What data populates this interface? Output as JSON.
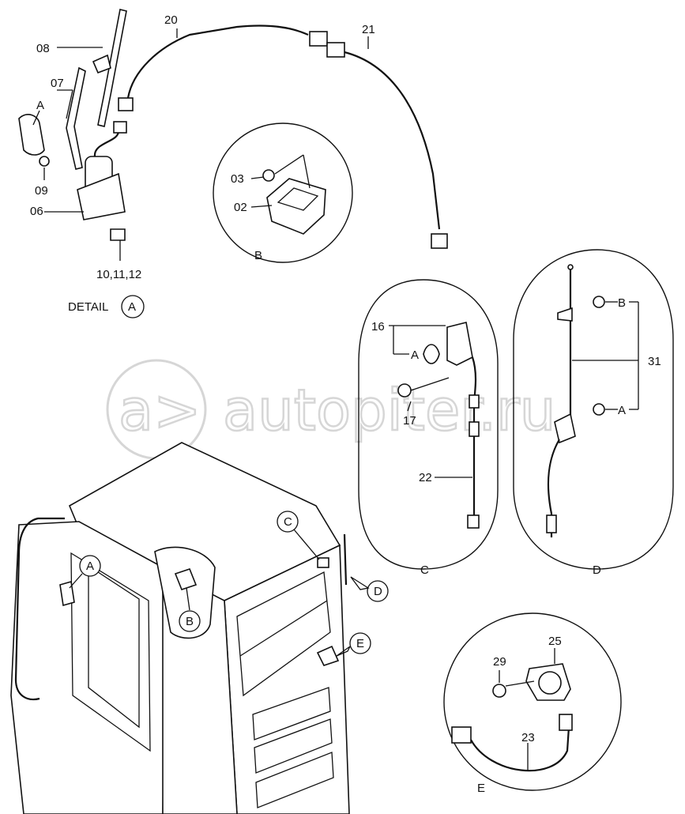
{
  "watermark": {
    "text": "autopiter.ru",
    "logo_text": "a>"
  },
  "detail_caption": {
    "prefix": "DETAIL",
    "letter": "A"
  },
  "part_labels": {
    "p08": "08",
    "p07": "07",
    "pA_top": "A",
    "p09": "09",
    "p06": "06",
    "p101112": "10,11,12",
    "p20": "20",
    "p21": "21",
    "p03": "03",
    "p02": "02",
    "p16": "16",
    "pA_c": "A",
    "p17": "17",
    "p22": "22",
    "pB_d": "B",
    "p31": "31",
    "pA_d": "A",
    "p25": "25",
    "p29": "29",
    "p23": "23"
  },
  "detail_circles": {
    "B": "B",
    "C": "C",
    "D": "D",
    "E": "E"
  },
  "cab_callouts": {
    "A": "A",
    "B": "B",
    "C": "C",
    "D": "D",
    "E": "E"
  }
}
